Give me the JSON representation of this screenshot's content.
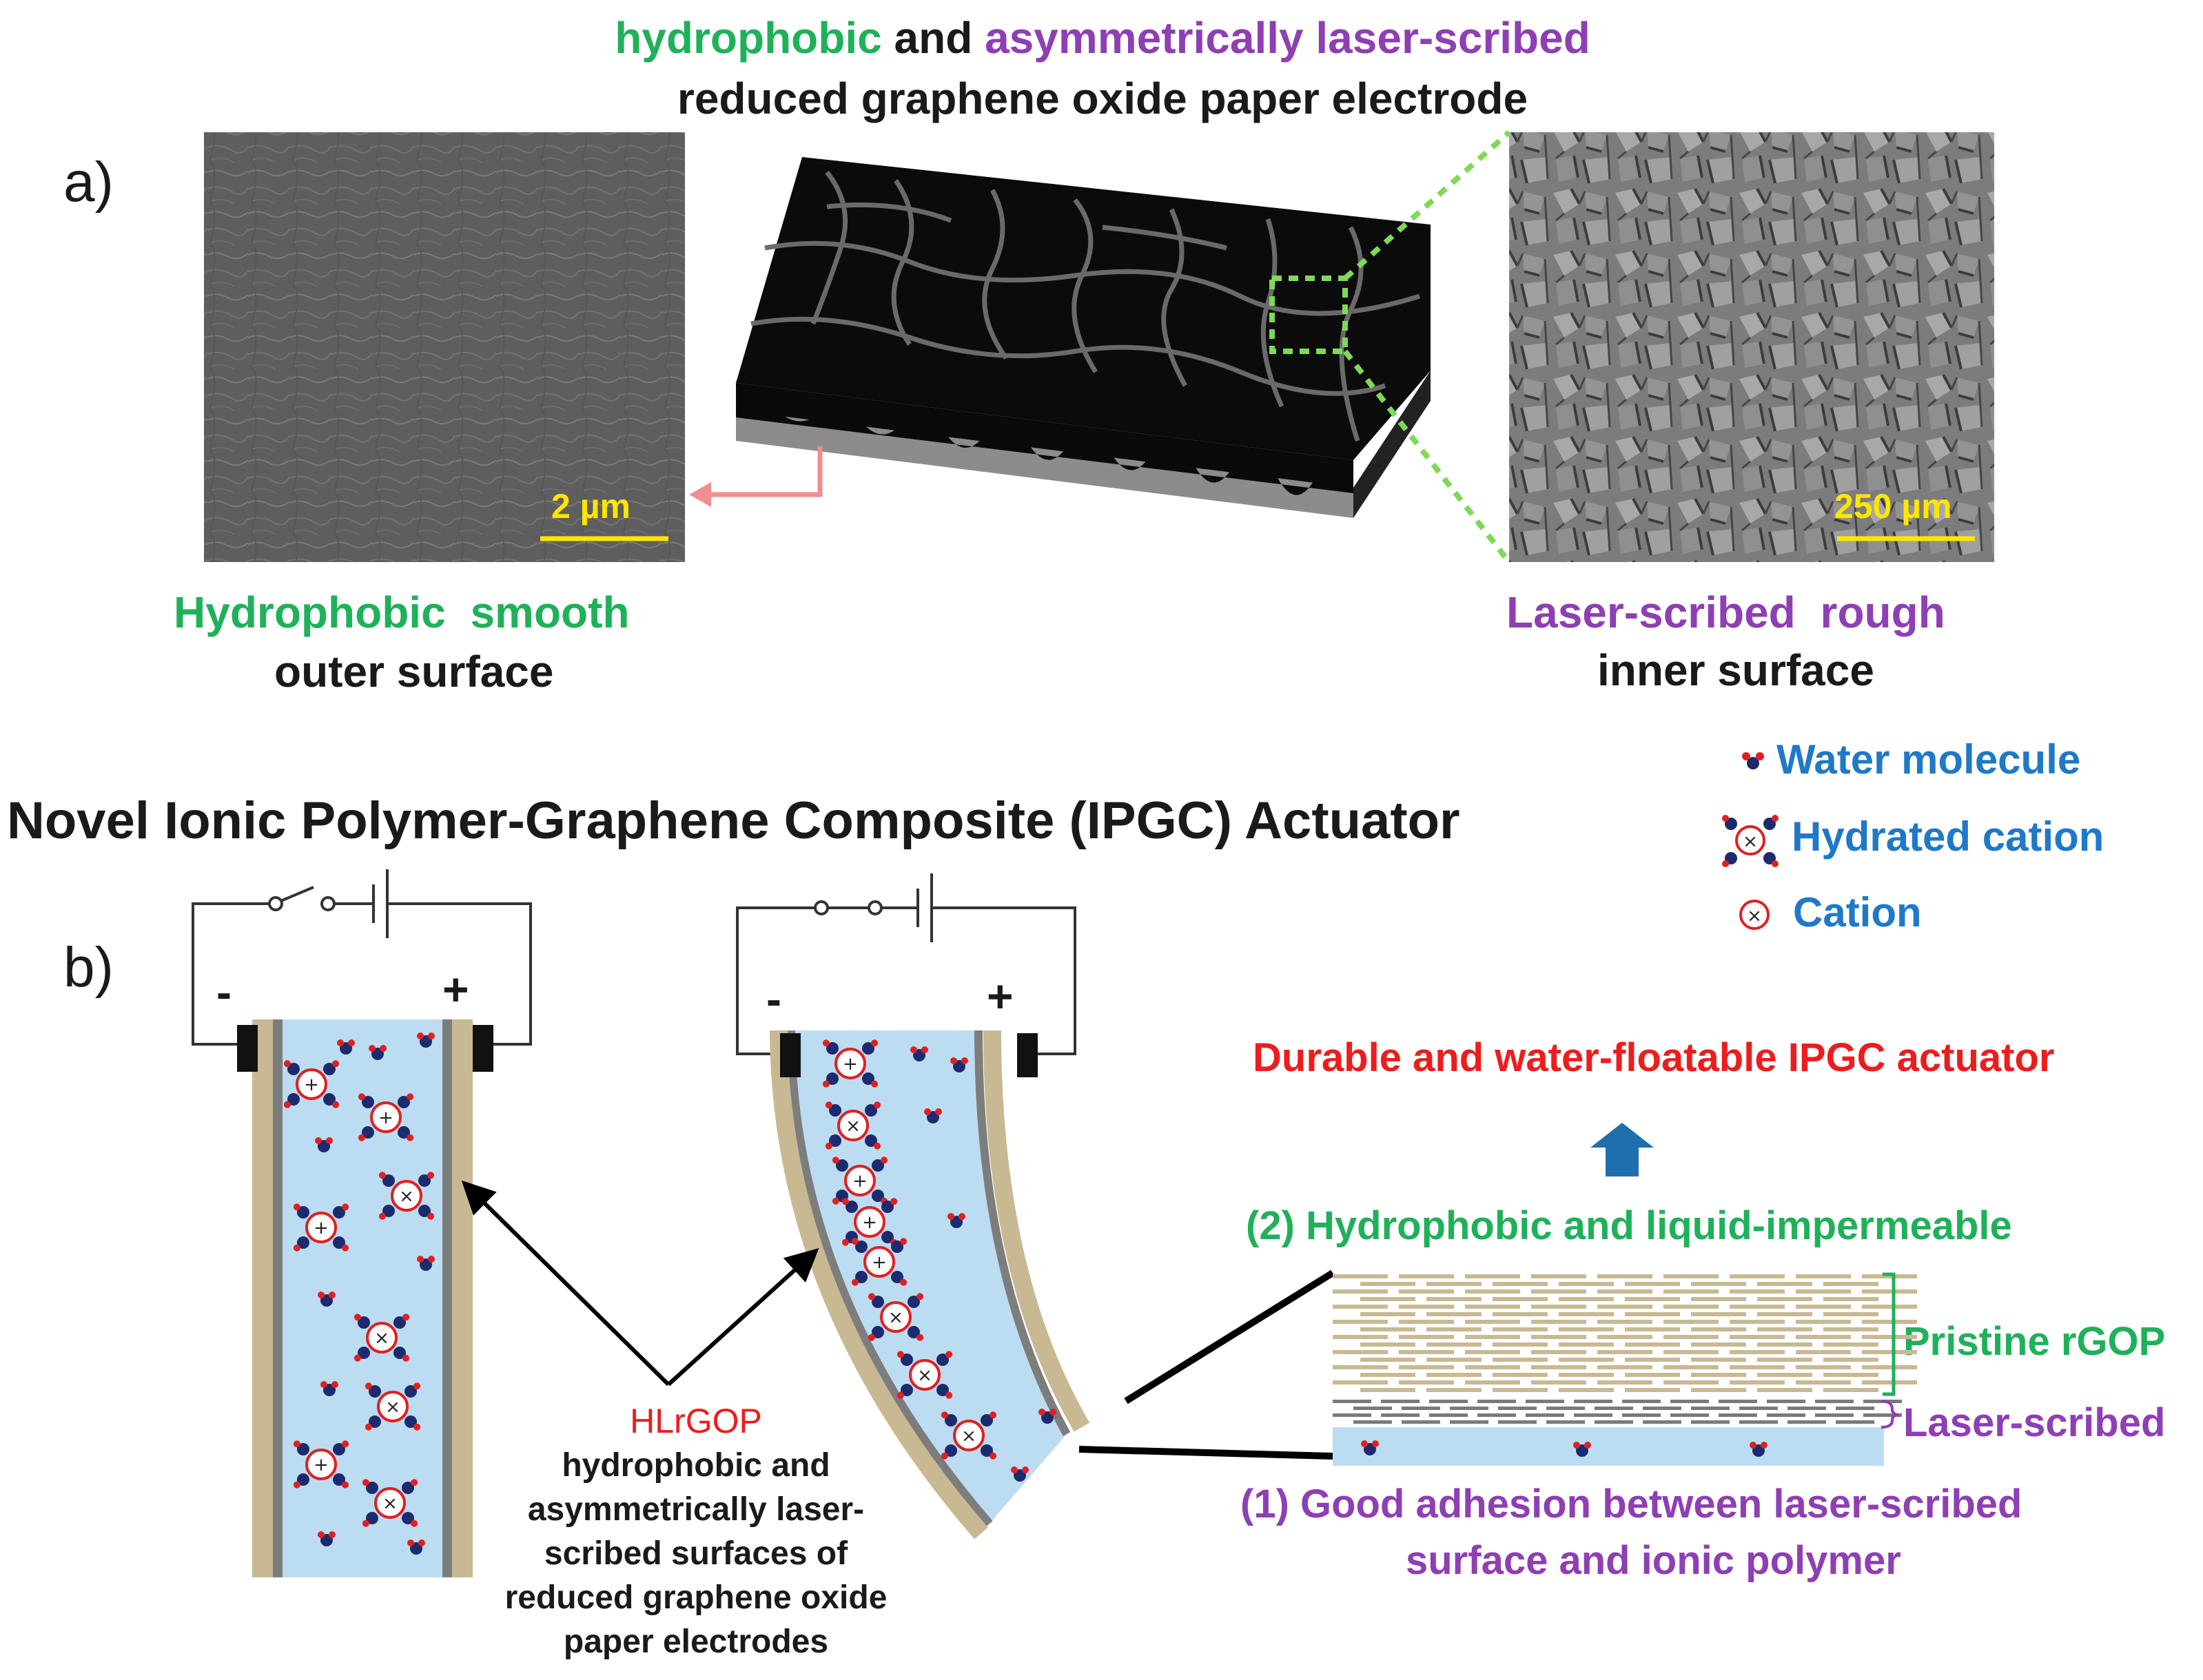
{
  "panel_a": {
    "label": "a)",
    "title_word_1": "hydrophobic",
    "title_word_2": "and",
    "title_word_3": "asymmetrically laser-scribed",
    "title_line_2": "reduced graphene oxide paper electrode",
    "left_scale": "2 µm",
    "right_scale": "250 µm",
    "left_caption_1a": "Hydrophobic",
    "left_caption_1b": "smooth",
    "left_caption_2": "outer surface",
    "right_caption_1a": "Laser-scribed",
    "right_caption_1b": "rough",
    "right_caption_2": "inner surface"
  },
  "panel_b": {
    "label": "b)",
    "title": "Novel Ionic Polymer-Graphene Composite (IPGC) Actuator",
    "legend": {
      "water": "Water molecule",
      "hydrated": "Hydrated cation",
      "cation": "Cation"
    },
    "minus": "-",
    "plus": "+",
    "hlrgop": "HLrGOP",
    "hlrgop_desc": [
      "hydrophobic and",
      "asymmetrically laser-",
      "scribed surfaces of",
      "reduced graphene oxide",
      "paper electrodes"
    ],
    "durable": "Durable and water-floatable IPGC actuator",
    "prop_2": "(2) Hydrophobic and liquid-impermeable",
    "pristine": "Pristine rGOP",
    "laser_scribed": "Laser-scribed",
    "prop_1_line1": "(1) Good adhesion between laser-scribed",
    "prop_1_line2": "surface and ionic polymer"
  },
  "colors": {
    "green": "#1fb15a",
    "purple": "#8e3fb3",
    "blue": "#1f79c7",
    "red": "#ee1c1c",
    "polymer": "#bcdcf2",
    "electrode": "#c8b993"
  }
}
